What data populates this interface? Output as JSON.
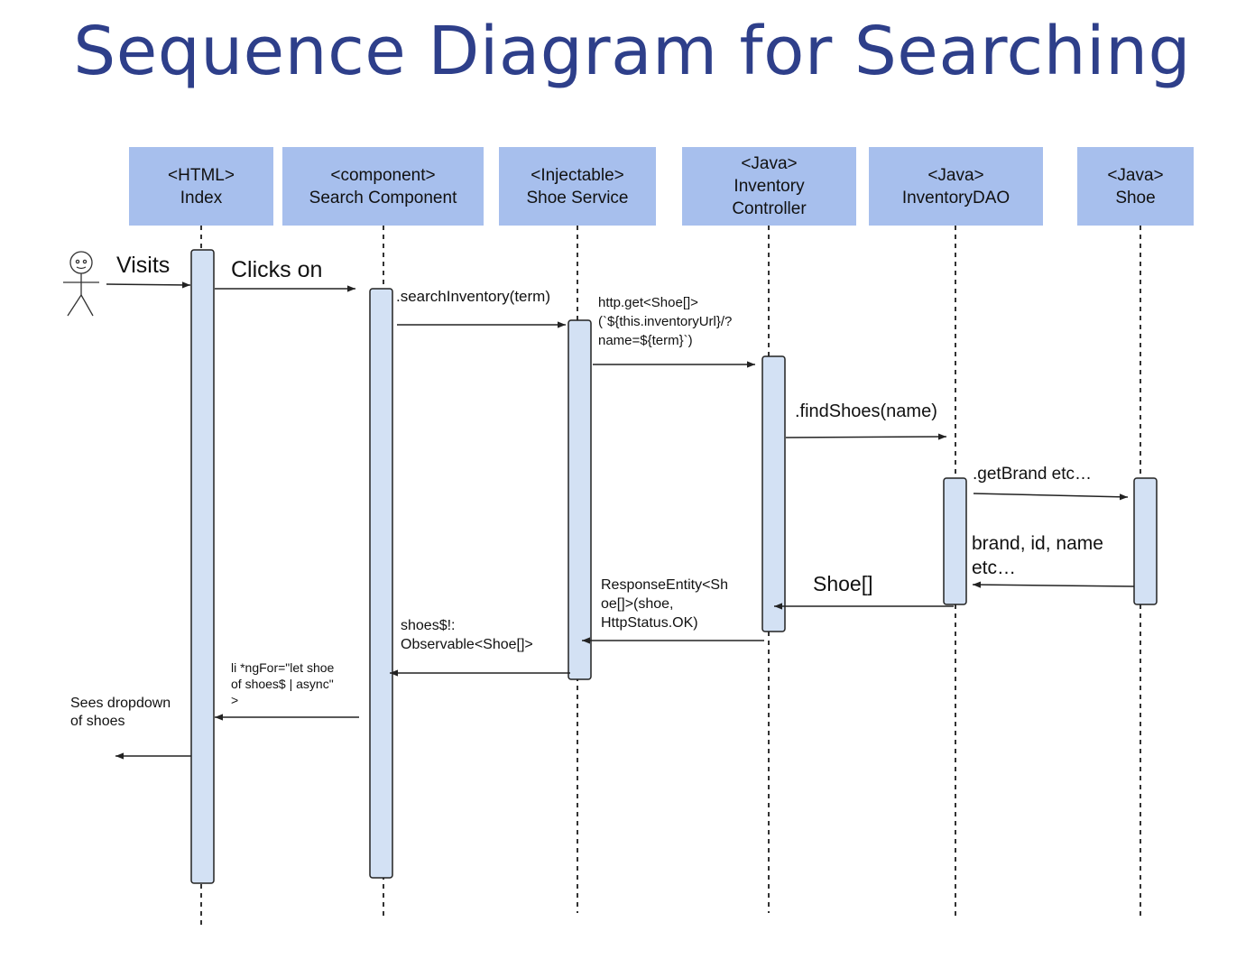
{
  "title": "Sequence Diagram for Searching",
  "colors": {
    "title": "#2e3f8a",
    "header_bg": "#a7bfed",
    "activation_fill": "#d3e1f4",
    "line": "#222222"
  },
  "actor": {
    "icon": "stick-figure-icon"
  },
  "lifelines": [
    {
      "stereotype": "<HTML>",
      "name": "Index"
    },
    {
      "stereotype": "<component>",
      "name": "Search Component"
    },
    {
      "stereotype": "<Injectable>",
      "name": "Shoe Service"
    },
    {
      "stereotype": "<Java>",
      "name": "Inventory",
      "name2": "Controller"
    },
    {
      "stereotype": "<Java>",
      "name": "InventoryDAO"
    },
    {
      "stereotype": "<Java>",
      "name": "Shoe"
    }
  ],
  "messages": {
    "visits": "Visits",
    "clicks_on": "Clicks on",
    "search_inventory": ".searchInventory(term)",
    "http_get_1": "http.get<Shoe[]>",
    "http_get_2": "(`${this.inventoryUrl}/?",
    "http_get_3": "name=${term}`)",
    "find_shoes": ".findShoes(name)",
    "get_brand": ".getBrand etc…",
    "brand_id_1": "brand, id, name",
    "brand_id_2": "etc…",
    "shoe_array": "Shoe[]",
    "response_1": "ResponseEntity<Sh",
    "response_2": "oe[]>(shoe,",
    "response_3": "HttpStatus.OK)",
    "observable_1": "shoes$!:",
    "observable_2": "Observable<Shoe[]>",
    "ngfor_1": "li *ngFor=\"let shoe",
    "ngfor_2": "of shoes$ | async\"",
    "ngfor_3": ">",
    "sees_1": "Sees dropdown",
    "sees_2": "of shoes"
  }
}
